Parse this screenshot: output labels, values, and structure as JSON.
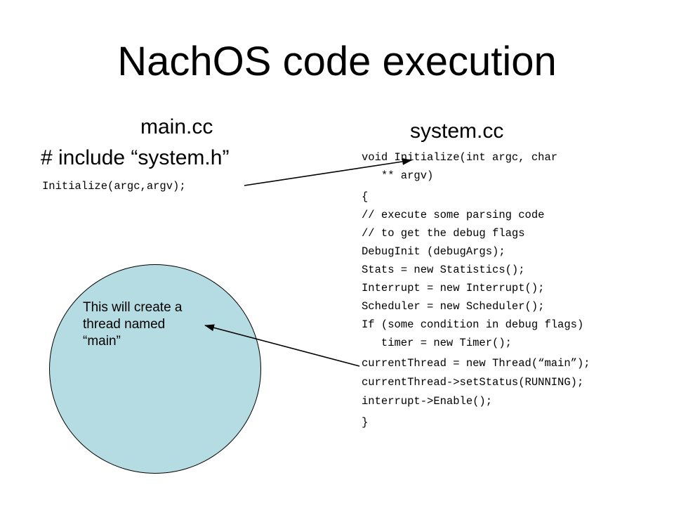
{
  "slide": {
    "title": "NachOS code execution",
    "left_column": {
      "heading": "main.cc",
      "include_line": "# include “system.h”",
      "call_line": "Initialize(argc,argv);"
    },
    "right_column": {
      "heading": "system.cc",
      "code_lines": [
        "void Initialize(int argc, char",
        "   ** argv)",
        "{",
        "// execute some parsing code",
        "// to get the debug flags",
        "DebugInit (debugArgs);",
        "Stats = new Statistics();",
        "Interrupt = new Interrupt();",
        "Scheduler = new Scheduler();",
        "If (some condition in debug flags)",
        "   timer = new Timer();",
        "currentThread = new Thread(“main”);",
        "currentThread->setStatus(RUNNING);",
        "interrupt->Enable();",
        "}"
      ]
    },
    "callout": {
      "lines": [
        "This will create a",
        "thread named",
        "“main”"
      ],
      "fill_color": "#b4dce2"
    }
  }
}
